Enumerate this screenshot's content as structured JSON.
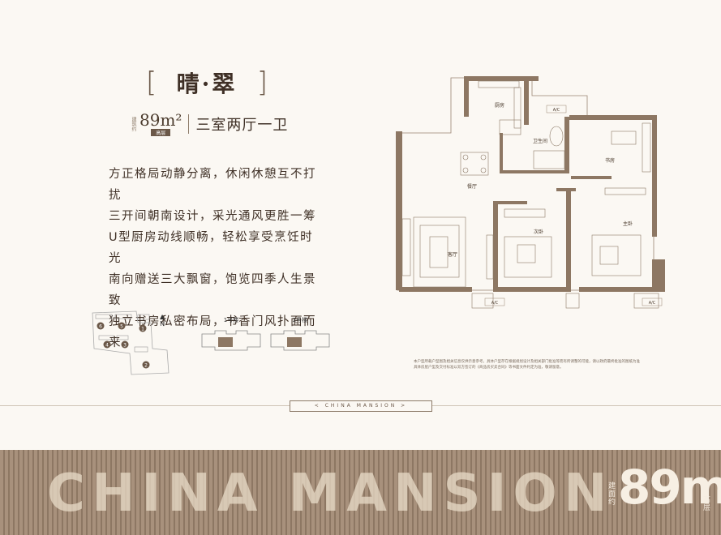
{
  "header": {
    "bracket_left": "[",
    "title": "晴·翠",
    "bracket_right": "]"
  },
  "unit": {
    "area_small_label": "建筑约",
    "area": "89m²",
    "area_tag": "高层",
    "layout_name": "三室两厅一卫"
  },
  "features": [
    "方正格局动静分离，休闲休憩互不打扰",
    "三开间朝南设计，采光通风更胜一筹",
    "U型厨房动线顺畅，轻松享受烹饪时光",
    "南向赠送三大飘窗，饱览四季人生景致",
    "独立书房私密布局，书香门风扑面而来"
  ],
  "site_plan": {
    "north_label": "N",
    "buildings": [
      "6",
      "5",
      "1",
      "4",
      "3",
      "2"
    ]
  },
  "building_views": [
    {
      "label": "1号楼"
    },
    {
      "label": "2号楼"
    }
  ],
  "floorplan": {
    "rooms": {
      "kitchen": "厨房",
      "dining": "餐厅",
      "bathroom": "卫生间",
      "study": "书房",
      "master": "主卧",
      "secondary": "次卧",
      "living": "客厅"
    },
    "ac_label": "A/C"
  },
  "disclaimer": {
    "line1": "本户型所载户型图及相关信息仅供示意参考，具体户型存在根据规划设计及相关部门批准等而有所调整的可能，请以政府最终批准的图纸为准",
    "line2": "具体房屋户型及交付标准以双方签订的《商品房买卖合同》等书面文件约定为准，敬请留意。"
  },
  "brand": {
    "mansion_label": "< CHINA MANSION >",
    "band_text": "CHINA MANSION",
    "band_area_prefix": "建面约",
    "band_area": "89m²",
    "band_area_suffix": "高层"
  }
}
